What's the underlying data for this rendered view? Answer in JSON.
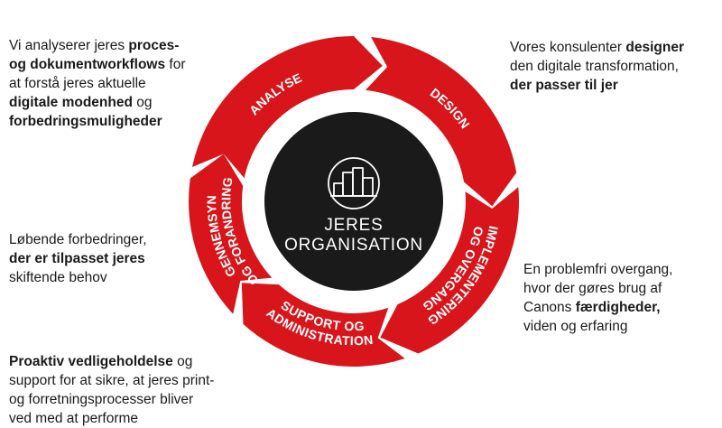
{
  "center": {
    "line1": "JERES",
    "line2": "ORGANISATION",
    "icon": "office-buildings-icon"
  },
  "segments": [
    {
      "id": "analyse",
      "lines": [
        "ANALYSE"
      ]
    },
    {
      "id": "design",
      "lines": [
        "DESIGN"
      ]
    },
    {
      "id": "implementering",
      "lines": [
        "IMPLEMENTERING",
        "OG OVERGANG"
      ]
    },
    {
      "id": "support",
      "lines": [
        "SUPPORT OG",
        "ADMINISTRATION"
      ]
    },
    {
      "id": "gennemsyn",
      "lines": [
        "GENNEMSYN",
        "OG FORANDRING"
      ]
    }
  ],
  "descriptions": {
    "analyse": [
      {
        "t": "Vi analyserer jeres ",
        "b": false
      },
      {
        "t": "proces-\nog dokumentworkflows",
        "b": true
      },
      {
        "t": " for\nat forstå jeres aktuelle\n",
        "b": false
      },
      {
        "t": "digitale modenhed",
        "b": true
      },
      {
        "t": " og\n",
        "b": false
      },
      {
        "t": "forbedringsmuligheder",
        "b": true
      }
    ],
    "design": [
      {
        "t": "Vores konsulenter ",
        "b": false
      },
      {
        "t": "designer",
        "b": true
      },
      {
        "t": "\nden digitale transformation,\n",
        "b": false
      },
      {
        "t": "der passer til jer",
        "b": true
      }
    ],
    "implementering": [
      {
        "t": "En problemfri overgang,\nhvor der gøres brug af\nCanons ",
        "b": false
      },
      {
        "t": "færdigheder,",
        "b": true
      },
      {
        "t": "\nviden og erfaring",
        "b": false
      }
    ],
    "support": [
      {
        "t": "Proaktiv vedligeholdelse",
        "b": true
      },
      {
        "t": " og\nsupport for at sikre, at jeres print-\nog forretningsprocesser bliver\nved med at performe",
        "b": false
      }
    ],
    "gennemsyn": [
      {
        "t": "Løbende forbedringer,\n",
        "b": false
      },
      {
        "t": "der er tilpasset jeres",
        "b": true
      },
      {
        "t": "\nskiftende behov",
        "b": false
      }
    ]
  },
  "colors": {
    "segment": "#d7151b",
    "center": "#1a1a1a",
    "text": "#1a1a1a",
    "label": "#ffffff"
  }
}
